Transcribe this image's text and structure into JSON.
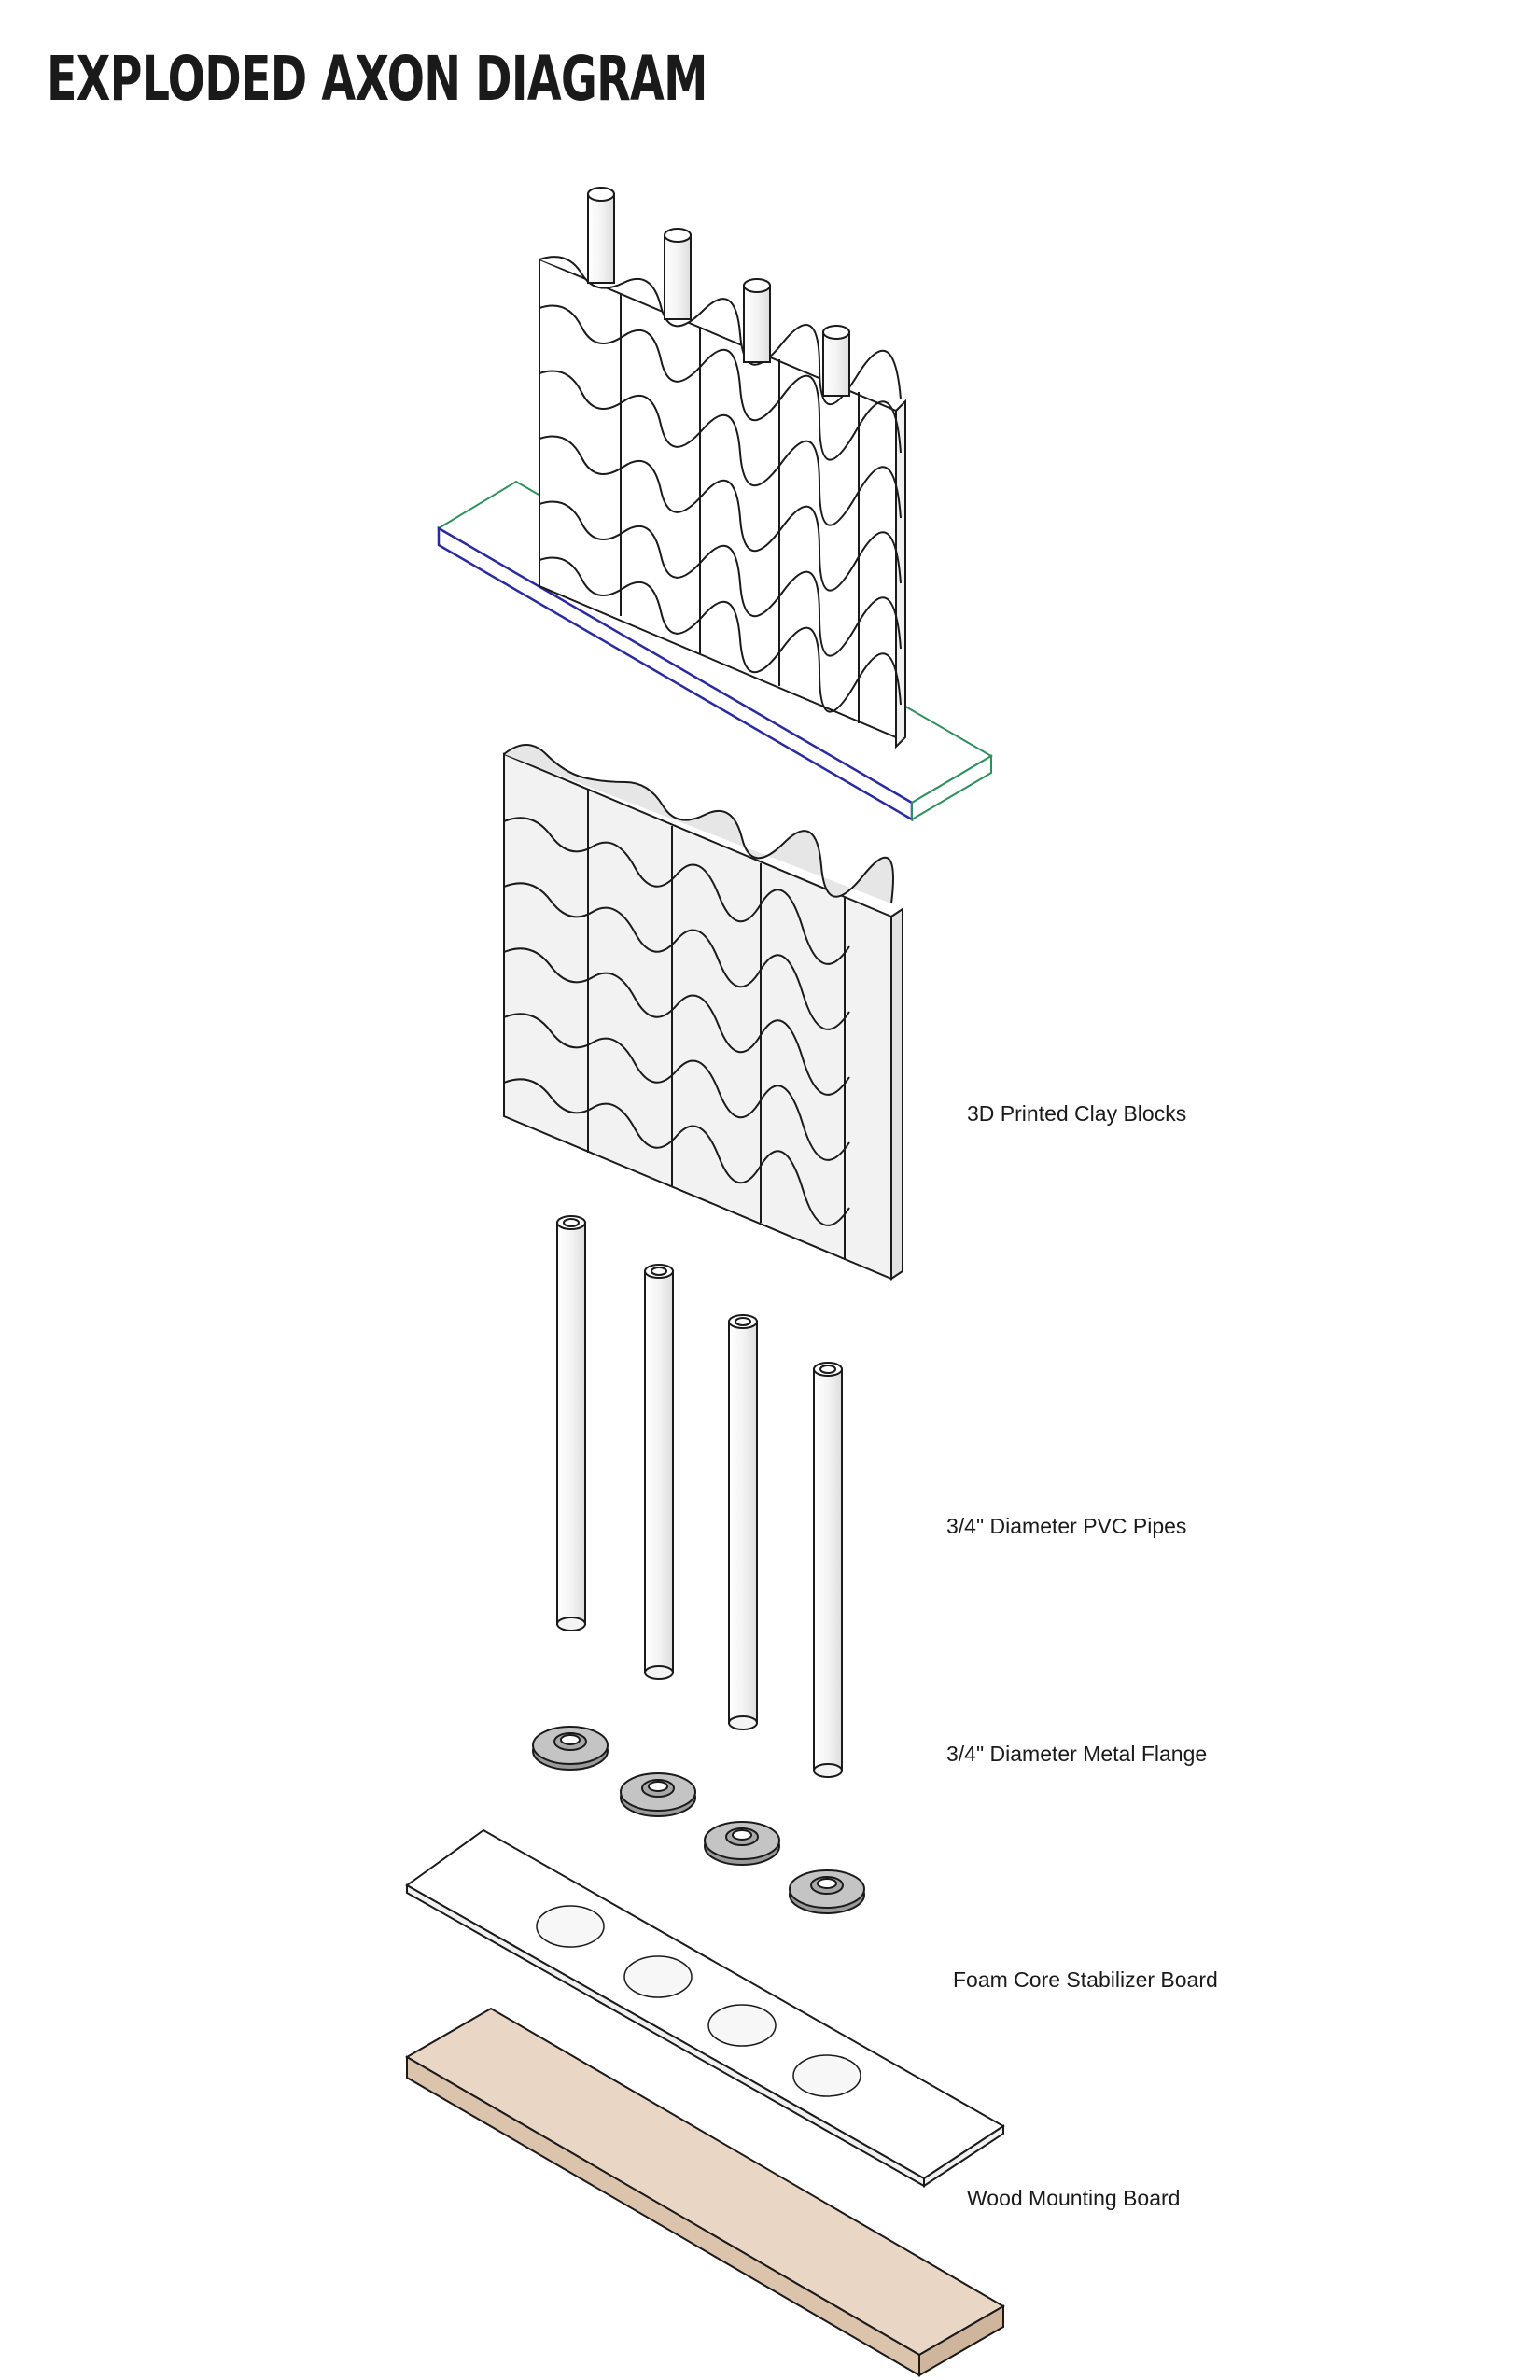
{
  "title": "EXPLODED AXON DIAGRAM",
  "labels": {
    "clay_blocks": "3D Printed Clay Blocks",
    "pvc_pipes": "3/4\" Diameter PVC Pipes",
    "metal_flange": "3/4\" Diameter Metal Flange",
    "foam_board": "Foam Core Stabilizer Board",
    "wood_board": "Wood Mounting Board"
  },
  "colors": {
    "line": "#1a1a1a",
    "block_fill": "#f2f2f2",
    "block_shade": "#dcdcdc",
    "flange": "#b9b9b9",
    "wood": "#e9d6c4",
    "base_edge_blue": "#2a2aa0",
    "base_edge_green": "#2f8f5f"
  }
}
